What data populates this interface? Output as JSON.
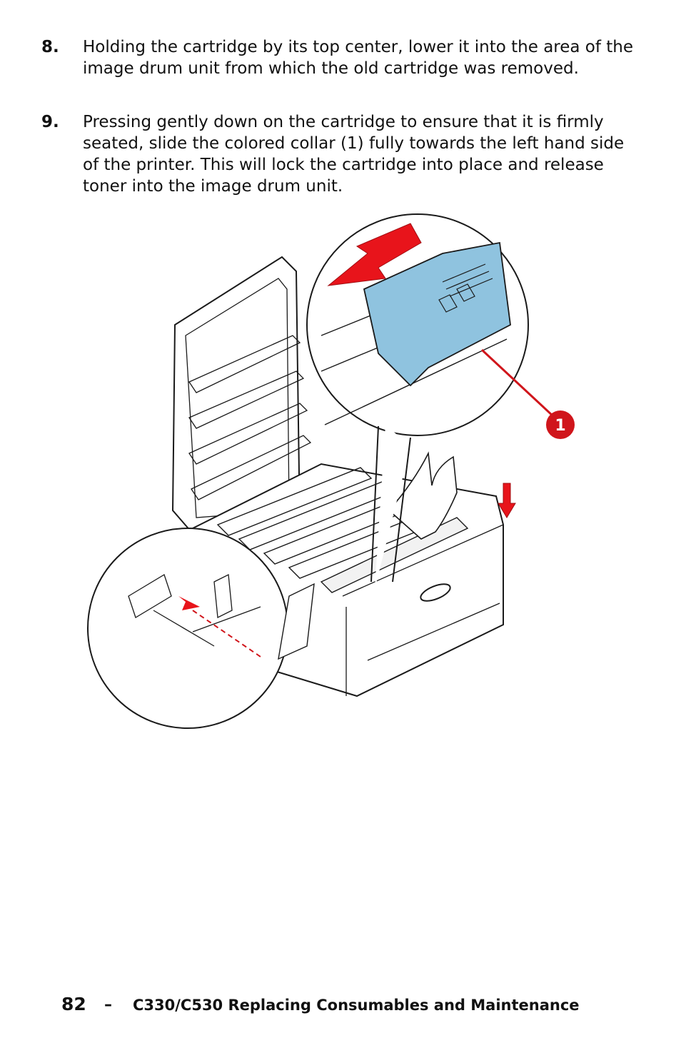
{
  "steps": [
    {
      "number": "8.",
      "text": "Holding the cartridge by its top center, lower it into the area of the image drum unit from which the old cartridge was removed."
    },
    {
      "number": "9.",
      "text": "Pressing gently down on the cartridge to ensure that it is firmly seated, slide the colored collar (1) fully towards the left hand side of the printer. This will lock the cartridge into place and release toner into the image drum unit."
    }
  ],
  "figure": {
    "callout_label": "1",
    "colors": {
      "arrow": "#e8141b",
      "collar": "#8fc3df",
      "line": "#1a1a1a",
      "callout": "#d0151b"
    }
  },
  "footer": {
    "page_number": "82",
    "separator": "–",
    "title": "C330/C530 Replacing Consumables and Maintenance"
  }
}
